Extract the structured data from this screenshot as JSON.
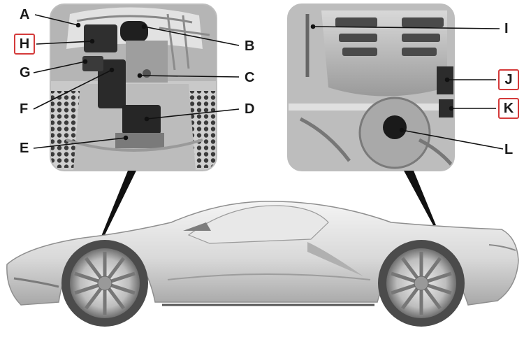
{
  "labels": {
    "A": "A",
    "B": "B",
    "C": "C",
    "D": "D",
    "E": "E",
    "F": "F",
    "G": "G",
    "H": "H",
    "I": "I",
    "J": "J",
    "K": "K",
    "L": "L"
  },
  "highlighted_labels": [
    "H",
    "J",
    "K"
  ],
  "colors": {
    "highlight_border": "#d43a3a",
    "leader_line": "#111111",
    "panel_border": "#bdbdbd",
    "car_body": "#d6d6d6"
  }
}
